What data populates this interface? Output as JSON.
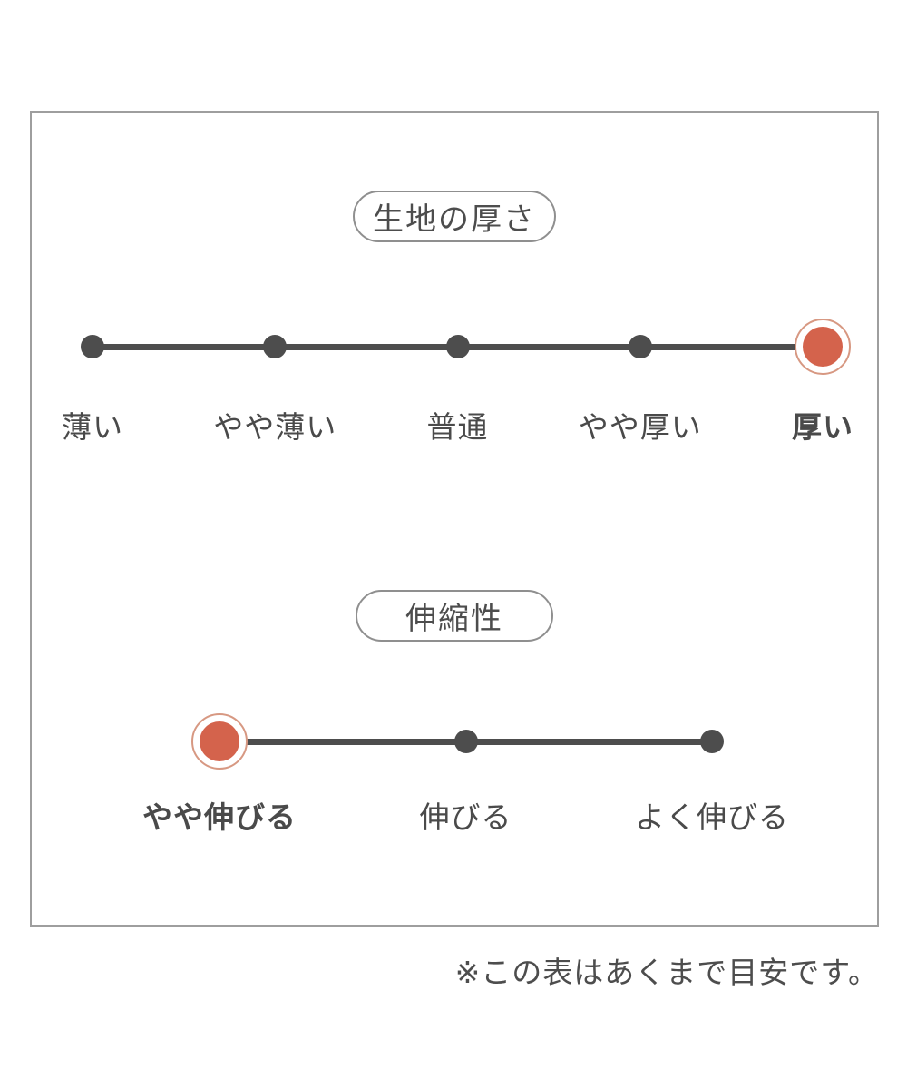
{
  "colors": {
    "accent": "#d4634c",
    "accent_ring": "#d79882",
    "line": "#4d4d4d",
    "text": "#4a4a4a",
    "panel_border": "#9e9e9e"
  },
  "scales": [
    {
      "title": "生地の厚さ",
      "options": [
        "薄い",
        "やや薄い",
        "普通",
        "やや厚い",
        "厚い"
      ],
      "selected_index": 4,
      "selected_option": "厚い"
    },
    {
      "title": "伸縮性",
      "options": [
        "やや伸びる",
        "伸びる",
        "よく伸びる"
      ],
      "selected_index": 0,
      "selected_option": "やや伸びる"
    }
  ],
  "note": "※この表はあくまで目安です。"
}
